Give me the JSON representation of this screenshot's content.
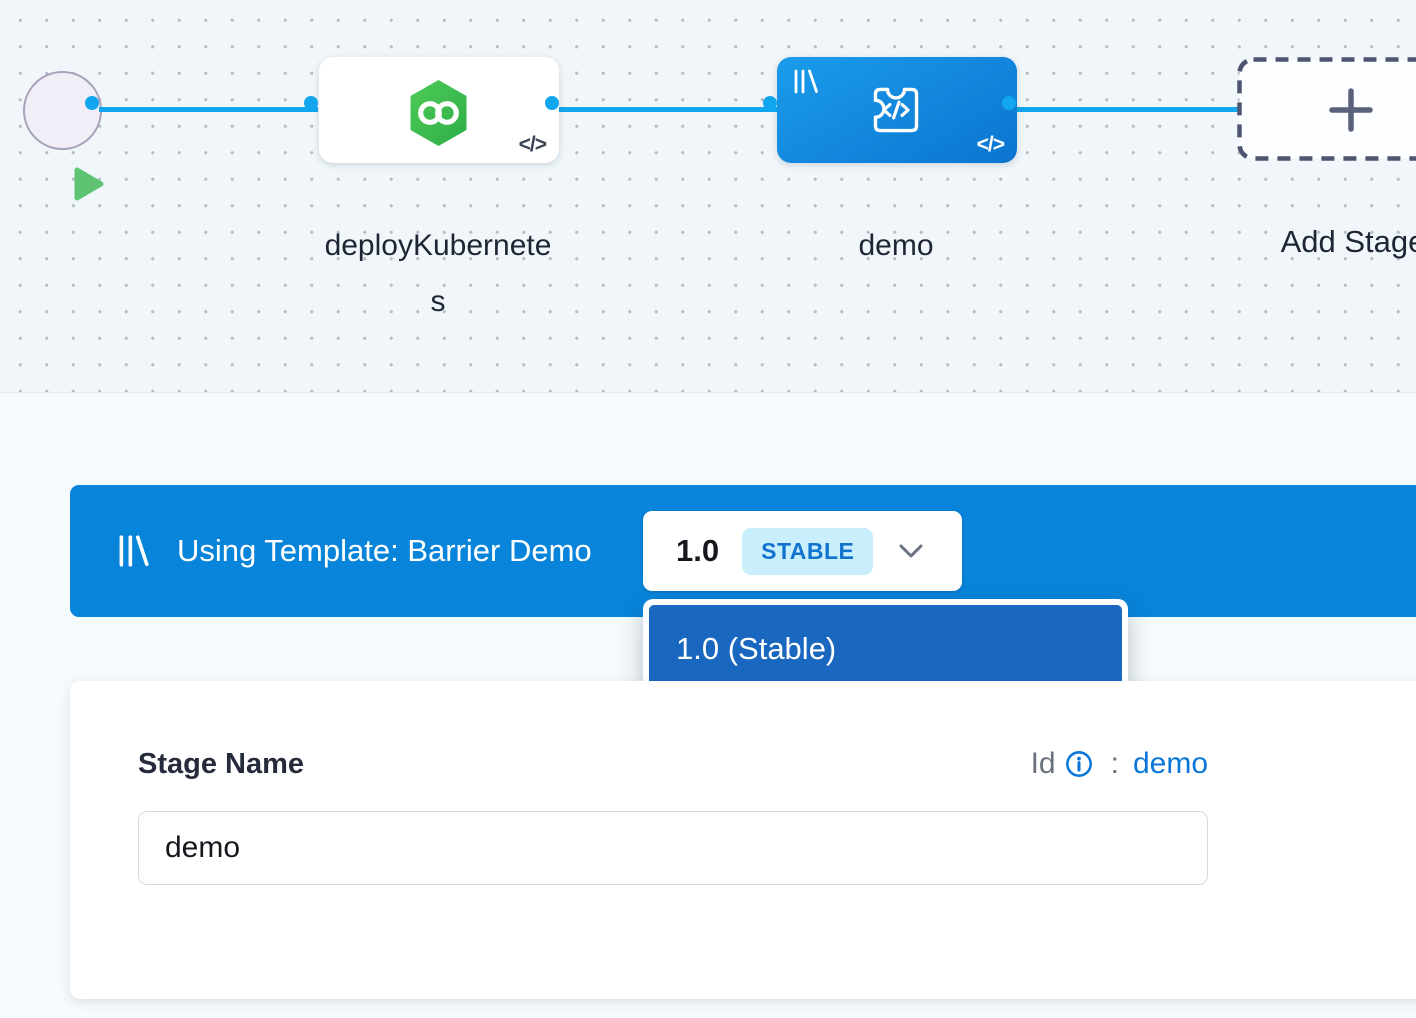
{
  "canvas": {
    "stages": {
      "deploy": {
        "label": "deployKubernetes"
      },
      "demo": {
        "label": "demo"
      },
      "add": {
        "label": "Add Stage"
      }
    },
    "code_icon_glyph": "</>"
  },
  "banner": {
    "title": "Using Template: Barrier Demo",
    "version_label": "1.0",
    "version_badge": "STABLE"
  },
  "dropdown": {
    "options": [
      {
        "label": "1.0 (Stable)"
      }
    ]
  },
  "form": {
    "stage_name_label": "Stage Name",
    "id_label": "Id",
    "id_separator": ":",
    "id_value": "demo",
    "stage_name_value": "demo"
  },
  "colors": {
    "primary_blue": "#0278d5",
    "banner_blue": "#0884da",
    "dropdown_item_blue": "#1a67c0",
    "connector_blue": "#12a6ee",
    "stage_green": "#3fbe52",
    "badge_bg": "#c9effc",
    "badge_text": "#1273cf",
    "canvas_bg": "#f0f6f9"
  }
}
